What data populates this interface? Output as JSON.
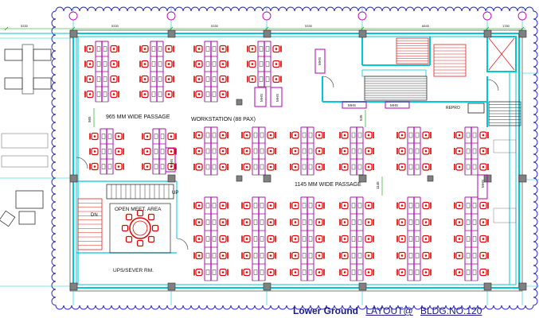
{
  "labels": {
    "passage_965": "965 MM WIDE PASSAGE",
    "workstation": "WORKSTATION (88 PAX)",
    "passage_1145": "1145 MM WIDE PASSAGE",
    "open_meet": "OPEN MEET. AREA",
    "ups_server": "UPS/SEVER RM.",
    "repro": "REPRO",
    "stair_up": "UP",
    "stair_dn": "DN"
  },
  "mhs_label": "MHS",
  "dims_top": [
    "5330",
    "5330",
    "5330",
    "5330",
    "6845",
    "1780"
  ],
  "dims_side": [
    "965",
    "535",
    "1145"
  ],
  "title": {
    "main": "Lower Ground",
    "layout": "LAYOUT@",
    "building": "BLDG.NO.120"
  },
  "colors": {
    "wall": "#00c8d8",
    "partition": "#b000b0",
    "chair": "#e00000",
    "line": "#000000",
    "column": "#808080",
    "hatch": "#e02020",
    "border": "#2020c0",
    "column_ring": "#c000c0",
    "green": "#00a000"
  }
}
